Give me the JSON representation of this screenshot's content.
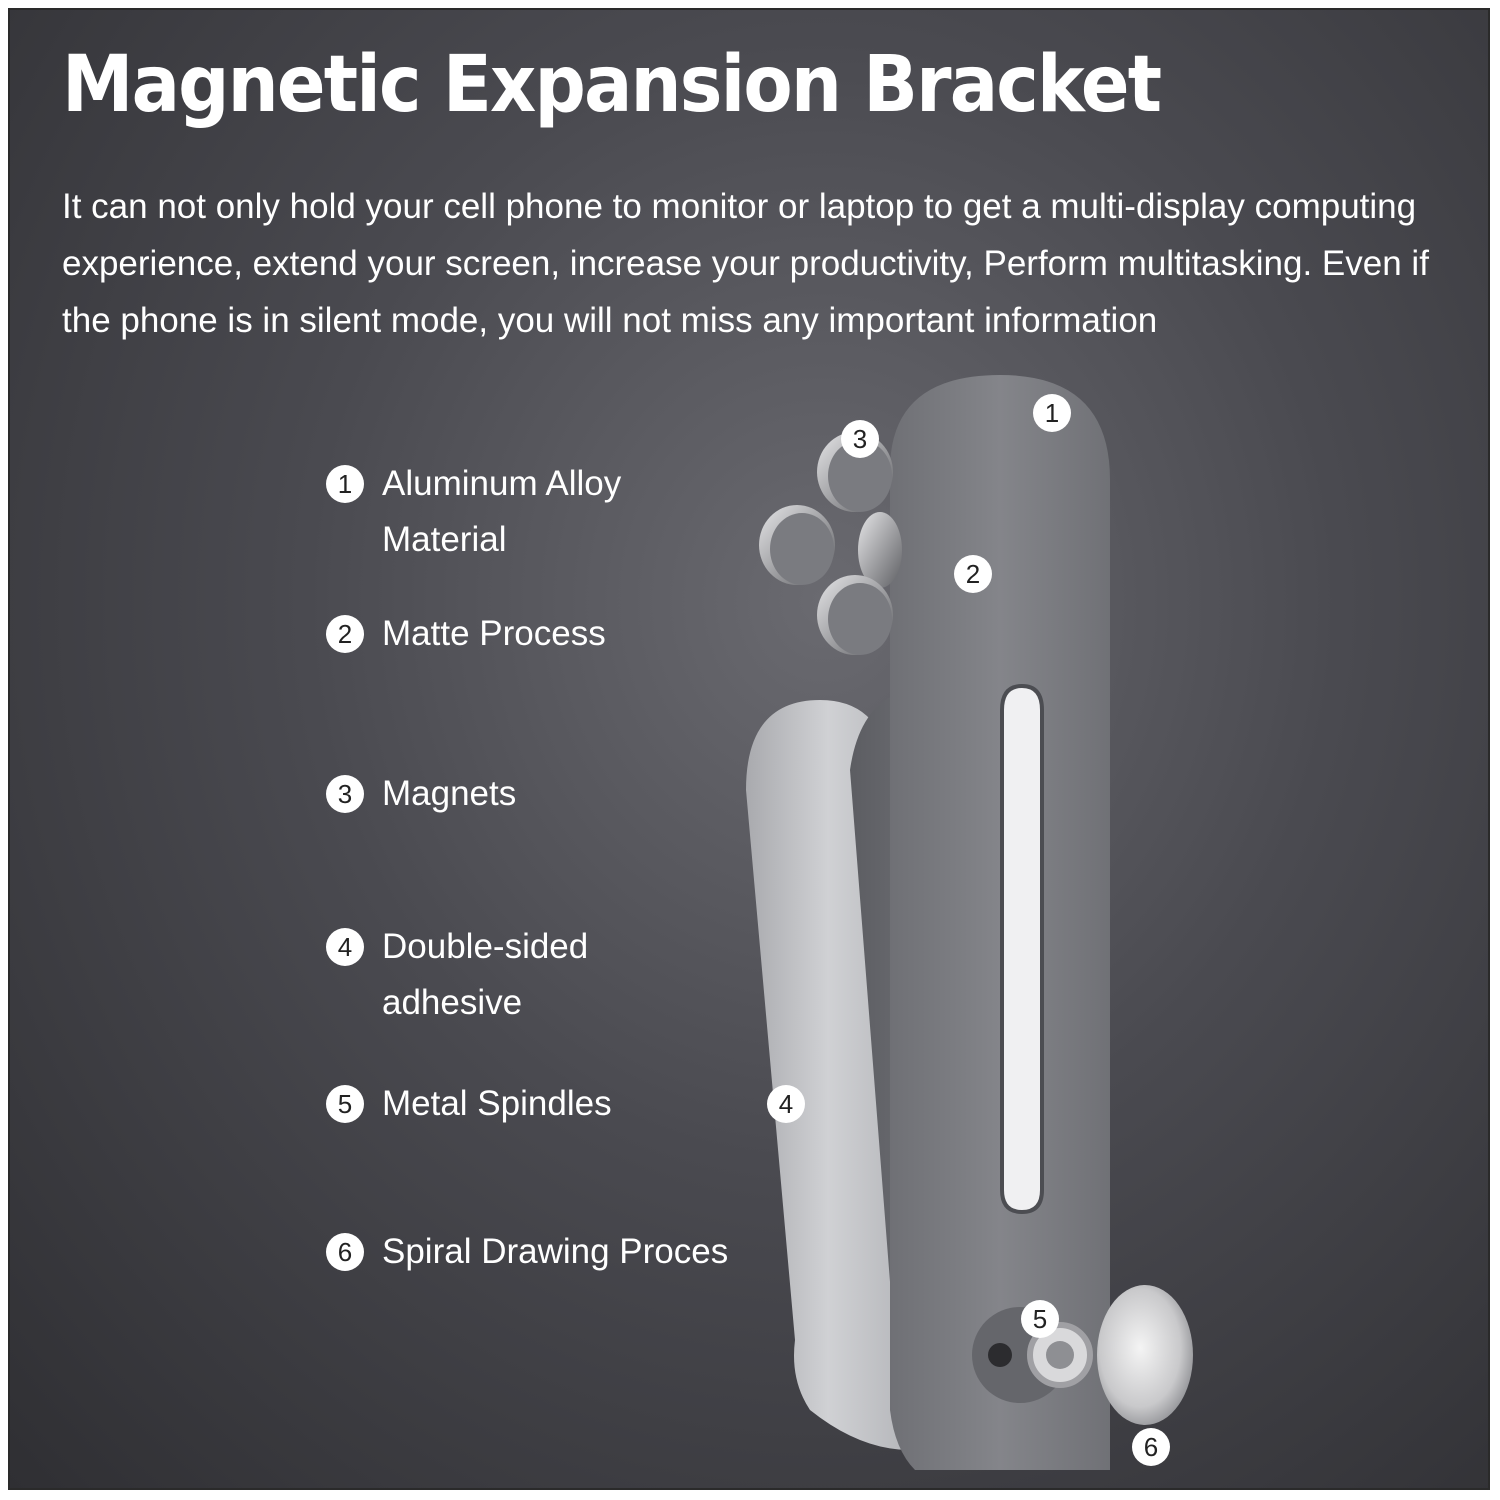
{
  "title": "Magnetic Expansion Bracket",
  "description": "It can not only hold your cell phone to monitor or laptop to get a multi-display computing experience, extend your screen, increase your productivity, Perform multitasking. Even if the phone is in silent mode, you will not miss any important information",
  "features": [
    {
      "number": "1",
      "label": "Aluminum Alloy Material"
    },
    {
      "number": "2",
      "label": "Matte Process"
    },
    {
      "number": "3",
      "label": "Magnets"
    },
    {
      "number": "4",
      "label": "Double-sided adhesive"
    },
    {
      "number": "5",
      "label": "Metal Spindles"
    },
    {
      "number": "6",
      "label": "Spiral Drawing Proces"
    }
  ],
  "callouts": [
    "1",
    "2",
    "3",
    "4",
    "5",
    "6"
  ],
  "colors": {
    "background_center": "#6a6a70",
    "background_edge": "#2f2f33",
    "text": "#ffffff"
  }
}
